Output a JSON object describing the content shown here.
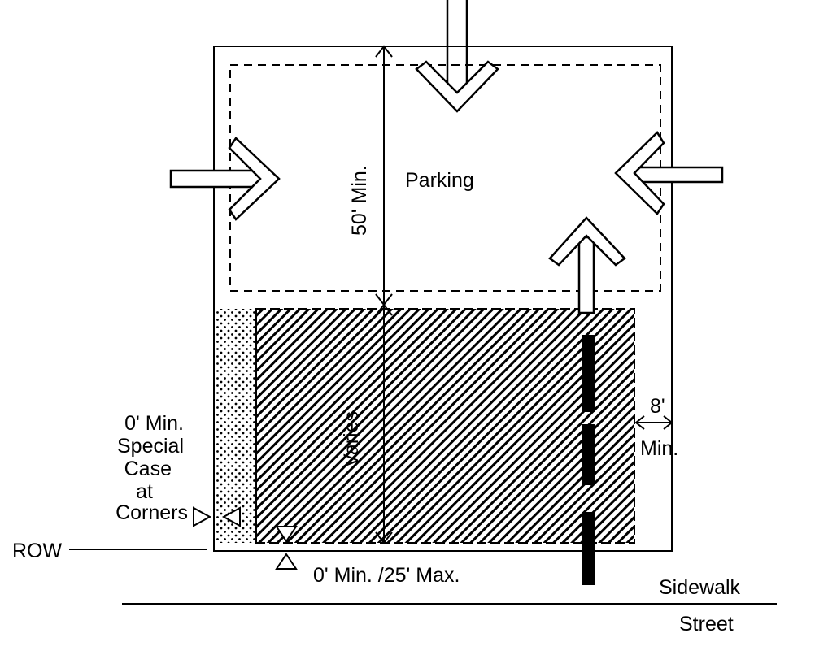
{
  "labels": {
    "parking": "Parking",
    "fifty_min": "50' Min.",
    "varies": "Varies",
    "eight": "8'",
    "eight_min": "Min.",
    "corner_lines": [
      "0' Min.",
      "Special",
      "Case",
      "at",
      "Corners"
    ],
    "row": "ROW",
    "front_setback": "0' Min. /25' Max.",
    "sidewalk": "Sidewalk",
    "street": "Street"
  },
  "colors": {
    "ink": "#000000",
    "paper": "#ffffff"
  }
}
